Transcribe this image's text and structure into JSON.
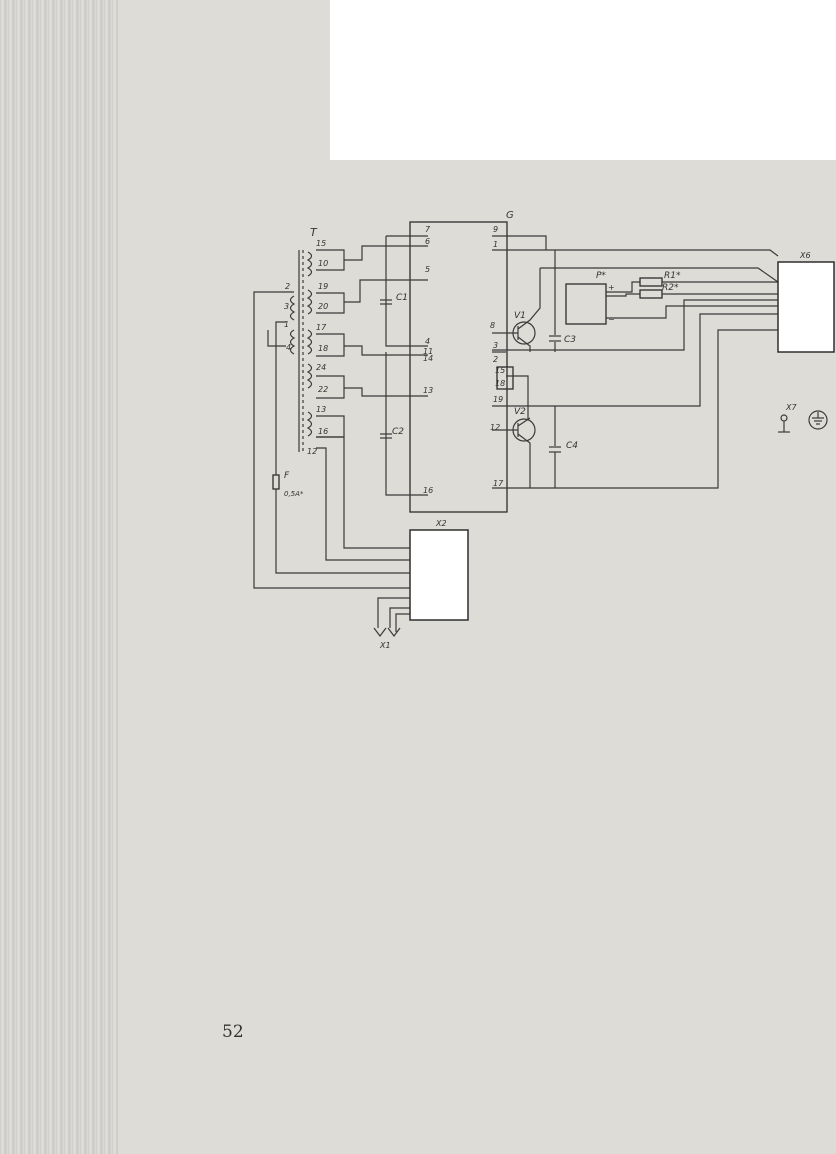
{
  "page": {
    "heading": "",
    "page_number": "52"
  },
  "labels": {
    "transformer": "T",
    "module": "G",
    "cap1": "C1",
    "cap2": "C2",
    "cap3": "C3",
    "cap4": "C4",
    "transistor1": "V1",
    "transistor2": "V2",
    "relay": "P*",
    "resistor1": "R1*",
    "resistor2": "R2*",
    "connector6": "X6",
    "connector2": "X2",
    "connector1": "X1",
    "connector7": "X7",
    "fuse": "F",
    "fuse_rating": "0,5A*",
    "plus": "+",
    "minus": "−"
  },
  "transformer_pins": {
    "t15": "15",
    "t10": "10",
    "t19": "19",
    "t20": "20",
    "t2": "2",
    "t3": "3",
    "t1": "1",
    "t4": "4",
    "t17": "17",
    "t18": "18",
    "t24": "24",
    "t22": "22",
    "t13": "13",
    "t16": "16",
    "t12": "12"
  },
  "module_pins_left": {
    "p7": "7",
    "p6": "6",
    "p5": "5",
    "p4": "4",
    "p14": "14",
    "p11": "11",
    "p13": "13",
    "p16": "16"
  },
  "module_pins_right": {
    "p9": "9",
    "p1": "1",
    "p8": "8",
    "p3": "3",
    "p2": "2",
    "p15": "15",
    "p18": "18",
    "p19": "19",
    "p12": "12",
    "p17": "17"
  }
}
